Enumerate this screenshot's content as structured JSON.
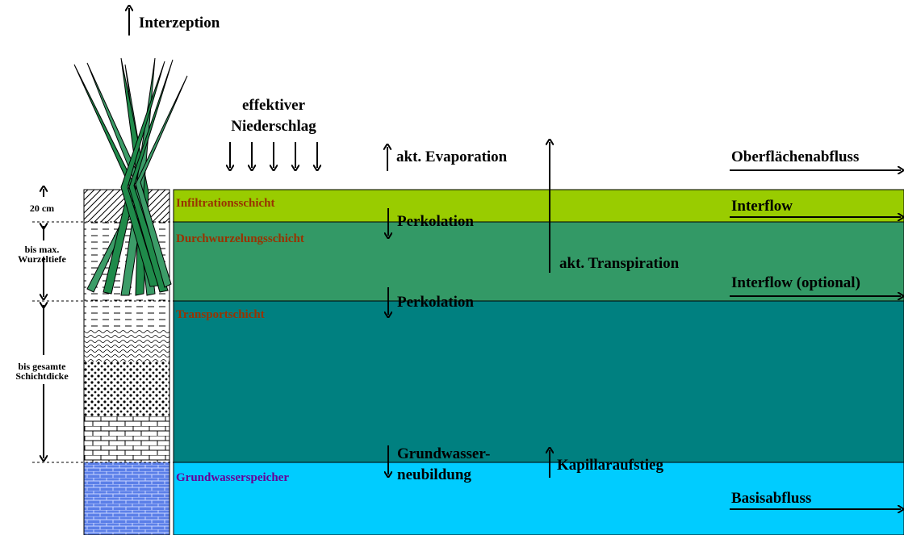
{
  "title_labels": {
    "interzeption": "Interzeption",
    "effektiver_line1": "effektiver",
    "effektiver_line2": "Niederschlag",
    "evaporation": "akt. Evaporation",
    "transpiration": "akt. Transpiration",
    "perkolation_1": "Perkolation",
    "perkolation_2": "Perkolation",
    "grundwasser_line1": "Grundwasser-",
    "grundwasser_line2": "neubildung",
    "kapillaraufstieg": "Kapillaraufstieg"
  },
  "flows": {
    "oberflaechenabfluss": "Oberflächenabfluss",
    "interflow": "Interflow",
    "interflow_optional": "Interflow (optional)",
    "basisabfluss": "Basisabfluss"
  },
  "layers": {
    "infiltration": {
      "label": "Infiltrationsschicht",
      "color": "#99CC00",
      "text_color": "#993300"
    },
    "durchwurzelung": {
      "label": "Durchwurzelungsschicht",
      "color": "#339966",
      "text_color": "#993300"
    },
    "transport": {
      "label": "Transportschicht",
      "color": "#008080",
      "text_color": "#993300"
    },
    "grundwasser": {
      "label": "Grundwasserspeicher",
      "color": "#00CCFF",
      "text_color": "#660099"
    }
  },
  "depths": {
    "cm20": "20 cm",
    "max_wurzel_line1": "bis max.",
    "max_wurzel_line2": "Wurzeltiefe",
    "gesamt_line1": "bis gesamte",
    "gesamt_line2": "Schichtdicke"
  },
  "colors": {
    "plant_dark": "#1F8A4A",
    "plant_light": "#3C9C68",
    "gw_blue": "#5B7FE8"
  }
}
